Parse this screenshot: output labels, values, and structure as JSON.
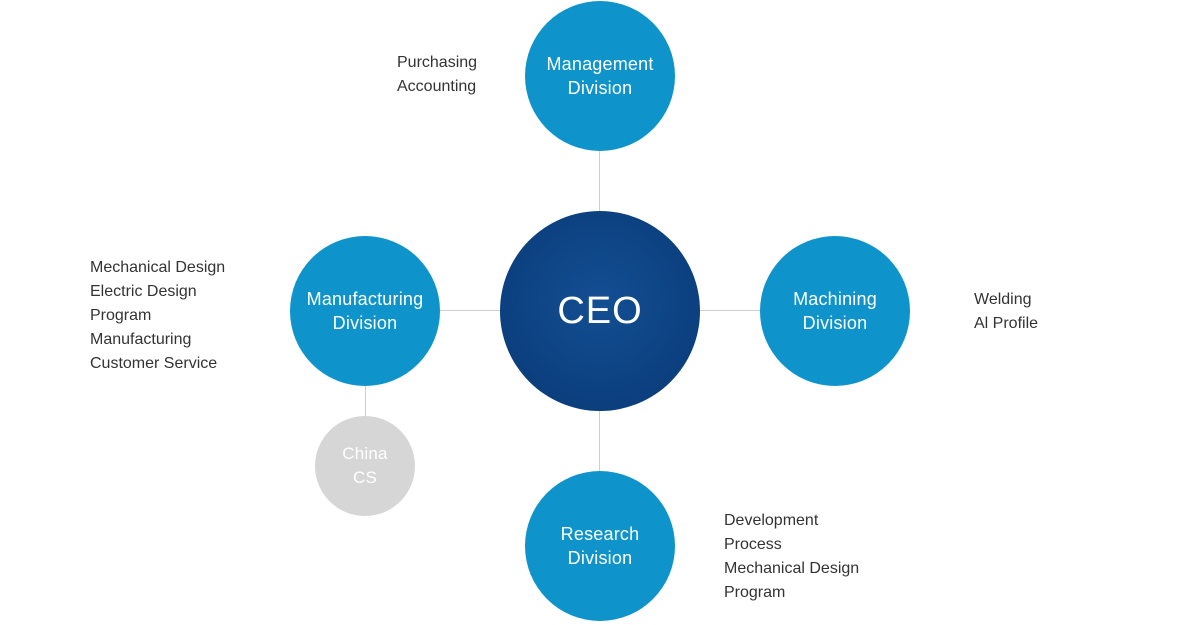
{
  "ceo": {
    "label": "CEO"
  },
  "divisions": {
    "management": {
      "label_line1": "Management",
      "label_line2": "Division",
      "duties": [
        "Purchasing",
        "Accounting"
      ]
    },
    "manufacturing": {
      "label_line1": "Manufacturing",
      "label_line2": "Division",
      "duties": [
        "Mechanical Design",
        "Electric Design",
        "Program",
        "Manufacturing",
        "Customer Service"
      ]
    },
    "machining": {
      "label_line1": "Machining",
      "label_line2": "Division",
      "duties": [
        "Welding",
        "Al Profile"
      ]
    },
    "research": {
      "label_line1": "Research",
      "label_line2": "Division",
      "duties": [
        "Development",
        "Process",
        "Mechanical Design",
        "Program"
      ]
    }
  },
  "china_cs": {
    "label_line1": "China",
    "label_line2": "CS"
  },
  "colors": {
    "ceo": "#0b3f7e",
    "division": "#0f93cb",
    "china_cs": "#d6d6d6",
    "connector": "#cfcfcf",
    "duty_text": "#333333"
  }
}
